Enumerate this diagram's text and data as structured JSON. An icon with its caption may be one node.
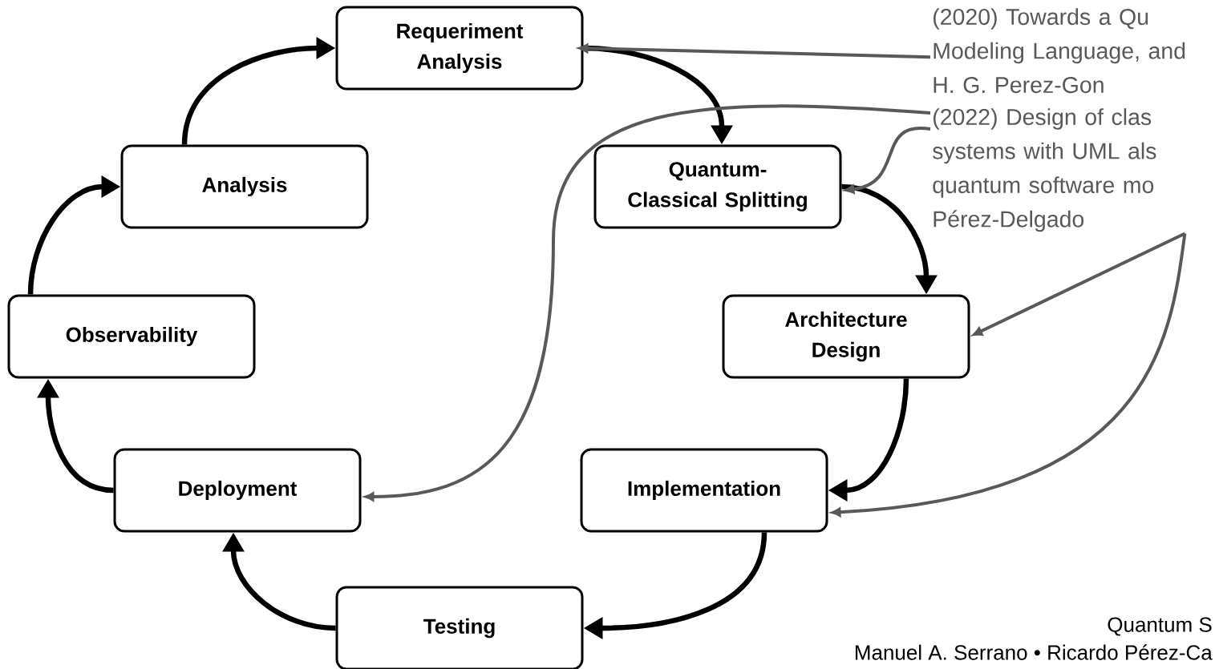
{
  "diagram": {
    "nodes": [
      {
        "text": [
          "Requeriment Analysis"
        ]
      },
      {
        "text": [
          "Analysis"
        ]
      },
      {
        "text": [
          "Quantum-Classical Splitting"
        ]
      },
      {
        "text": [
          "Observability"
        ]
      },
      {
        "text": [
          "Architecture Design"
        ]
      },
      {
        "text": [
          "Deployment"
        ]
      },
      {
        "text": [
          "Implementation"
        ]
      },
      {
        "text": [
          "Testing"
        ]
      },
      {
        "text": [
          "(2020) Towards a Qu Modeling Language, and H. G. Perez-Gon"
        ]
      },
      {
        "text": [
          "(2022) Design of clas systems with UML als quantum software mo Pérez-Delgado"
        ]
      }
    ],
    "edges": [
      {
        "from": 0,
        "to": 2,
        "arrow": "to"
      },
      {
        "from": 2,
        "to": 4,
        "arrow": "to"
      },
      {
        "from": 4,
        "to": 6,
        "arrow": "to"
      },
      {
        "from": 6,
        "to": 7,
        "arrow": "to"
      },
      {
        "from": 7,
        "to": 5,
        "arrow": "to"
      },
      {
        "from": 5,
        "to": 3,
        "arrow": "to"
      },
      {
        "from": 3,
        "to": 1,
        "arrow": "to"
      },
      {
        "from": 1,
        "to": 0,
        "arrow": "to"
      },
      {
        "from": 8,
        "to": 0,
        "arrow": "to",
        "color": "#595959"
      },
      {
        "from": 9,
        "to": 2,
        "arrow": "to",
        "color": "#595959"
      },
      {
        "from": 9,
        "to": 5,
        "arrow": "to",
        "color": "#595959"
      },
      {
        "from": 9,
        "to": 4,
        "arrow": "to",
        "color": "#595959"
      },
      {
        "from": 9,
        "to": 6,
        "arrow": "to",
        "color": "#595959"
      }
    ],
    "labels": [
      "Quantum S",
      "Manuel A. Serrano • Ricardo Pérez-Ca"
    ]
  }
}
